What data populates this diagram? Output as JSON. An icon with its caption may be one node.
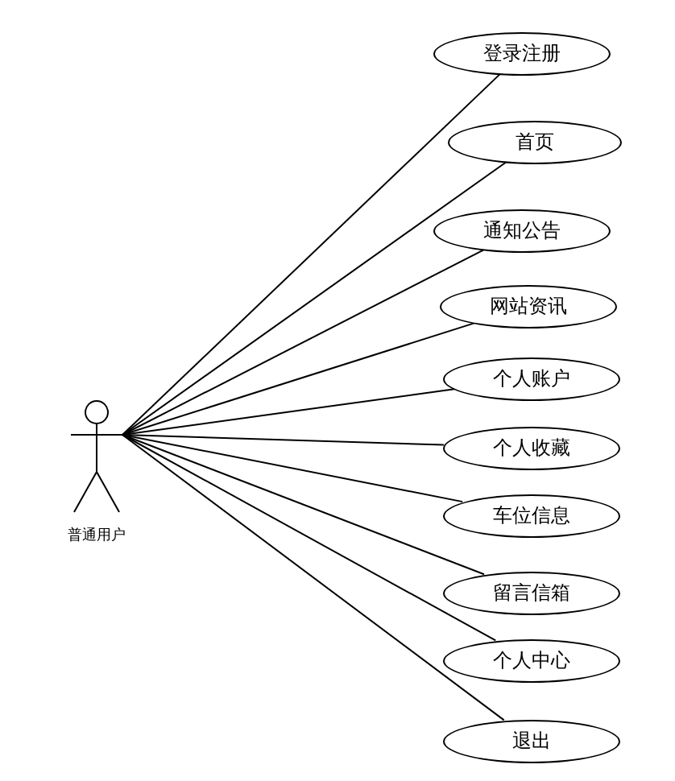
{
  "diagram": {
    "nodes": [
      {
        "text": [
          "普通用户"
        ]
      },
      {
        "text": [
          "登录注册"
        ]
      },
      {
        "text": [
          "首页"
        ]
      },
      {
        "text": [
          "通知公告"
        ]
      },
      {
        "text": [
          "网站资讯"
        ]
      },
      {
        "text": [
          "个人账户"
        ]
      },
      {
        "text": [
          "个人收藏"
        ]
      },
      {
        "text": [
          "车位信息"
        ]
      },
      {
        "text": [
          "留言信箱"
        ]
      },
      {
        "text": [
          "个人中心"
        ]
      },
      {
        "text": [
          "退出"
        ]
      }
    ],
    "edges": [
      {
        "from": 0,
        "to": 1,
        "arrow": "none"
      },
      {
        "from": 0,
        "to": 2,
        "arrow": "none"
      },
      {
        "from": 0,
        "to": 3,
        "arrow": "none"
      },
      {
        "from": 0,
        "to": 4,
        "arrow": "none"
      },
      {
        "from": 0,
        "to": 5,
        "arrow": "none"
      },
      {
        "from": 0,
        "to": 6,
        "arrow": "none"
      },
      {
        "from": 0,
        "to": 7,
        "arrow": "none"
      },
      {
        "from": 0,
        "to": 8,
        "arrow": "none"
      },
      {
        "from": 0,
        "to": 9,
        "arrow": "none"
      },
      {
        "from": 0,
        "to": 10,
        "arrow": "none"
      }
    ]
  }
}
